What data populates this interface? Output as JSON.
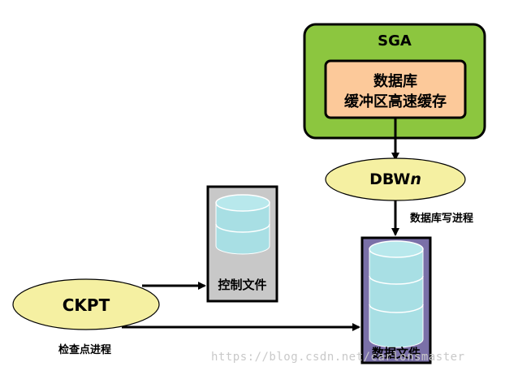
{
  "sga": {
    "title": "SGA",
    "cache_line1": "数据库",
    "cache_line2": "缓冲区高速缓存"
  },
  "dbwn": {
    "label_main": "DBW",
    "label_italic": "n",
    "caption": "数据库写进程"
  },
  "control_file": {
    "label": "控制文件"
  },
  "data_file": {
    "label": "数据文件"
  },
  "ckpt": {
    "label": "CKPT",
    "caption": "检查点进程"
  },
  "watermark": "https://blog.csdn.net/carlonsmaster",
  "colors": {
    "sga_outer": "#8cc63f",
    "sga_inner": "#fcc99a",
    "process_ellipse": "#f5f0a2",
    "control_box": "#c8c8c8",
    "data_box": "#7a70a8",
    "cylinder": "#a8dfe4"
  }
}
